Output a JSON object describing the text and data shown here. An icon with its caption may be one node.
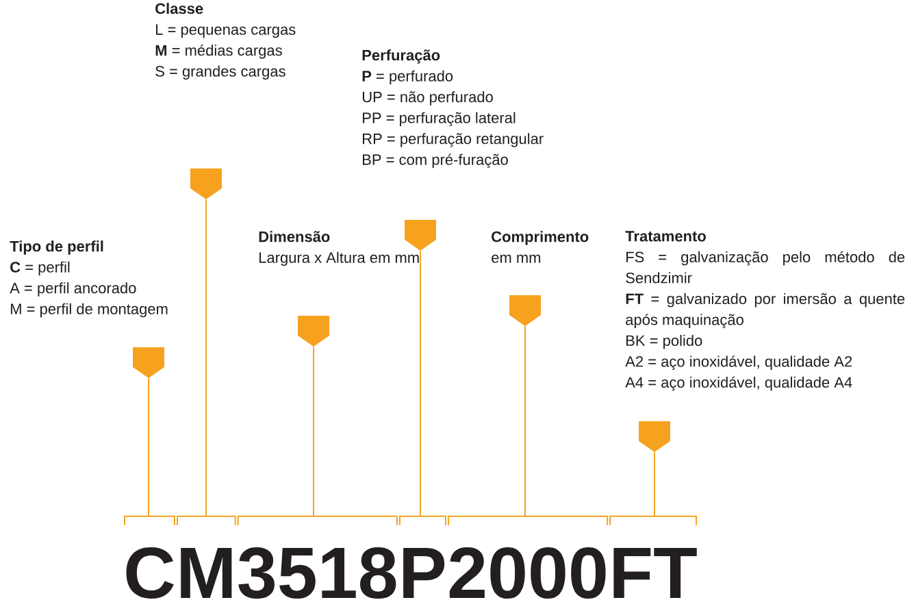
{
  "diagram": {
    "nodes": [
      {
        "text": [
          "Classe",
          "L = pequenas cargas",
          "**M** = médias cargas",
          "S = grandes cargas"
        ]
      },
      {
        "text": [
          "Perfuração",
          "**P** = perfurado",
          "UP = não perfurado",
          "PP = perfuração lateral",
          "RP = perfuração retangular",
          "BP = com pré-furação"
        ]
      },
      {
        "text": [
          "Tipo de perfil",
          "**C** = perfil",
          "A = perfil ancorado",
          "M = perfil de montagem"
        ]
      },
      {
        "text": [
          "Dimensão",
          "Largura x Altura em mm"
        ]
      },
      {
        "text": [
          "Comprimento",
          "em mm"
        ]
      },
      {
        "text": [
          "Tratamento",
          "FS = galvanização pelo método de Sendzimir",
          "**FT** = galvanizado por imersão a quente após maquinação",
          "BK = polido",
          "A2 = aço inoxidável, qualidade A2",
          "A4 = aço inoxidável, qualidade A4"
        ]
      },
      {
        "text": [],
        "shape": "pentagon"
      },
      {
        "text": [],
        "shape": "pentagon"
      },
      {
        "text": [],
        "shape": "pentagon"
      },
      {
        "text": [],
        "shape": "pentagon"
      },
      {
        "text": [],
        "shape": "pentagon"
      },
      {
        "text": [],
        "shape": "pentagon"
      },
      {
        "text": [
          "C"
        ]
      },
      {
        "text": [
          "M"
        ]
      },
      {
        "text": [
          "3518"
        ]
      },
      {
        "text": [
          "P"
        ]
      },
      {
        "text": [
          "2000"
        ]
      },
      {
        "text": [
          "FT"
        ]
      }
    ],
    "edges": [
      {
        "from": 6,
        "to": 12,
        "arrow": "none"
      },
      {
        "from": 7,
        "to": 13,
        "arrow": "none"
      },
      {
        "from": 8,
        "to": 14,
        "arrow": "none"
      },
      {
        "from": 9,
        "to": 15,
        "arrow": "none"
      },
      {
        "from": 10,
        "to": 16,
        "arrow": "none"
      },
      {
        "from": 11,
        "to": 17,
        "arrow": "none"
      }
    ]
  }
}
